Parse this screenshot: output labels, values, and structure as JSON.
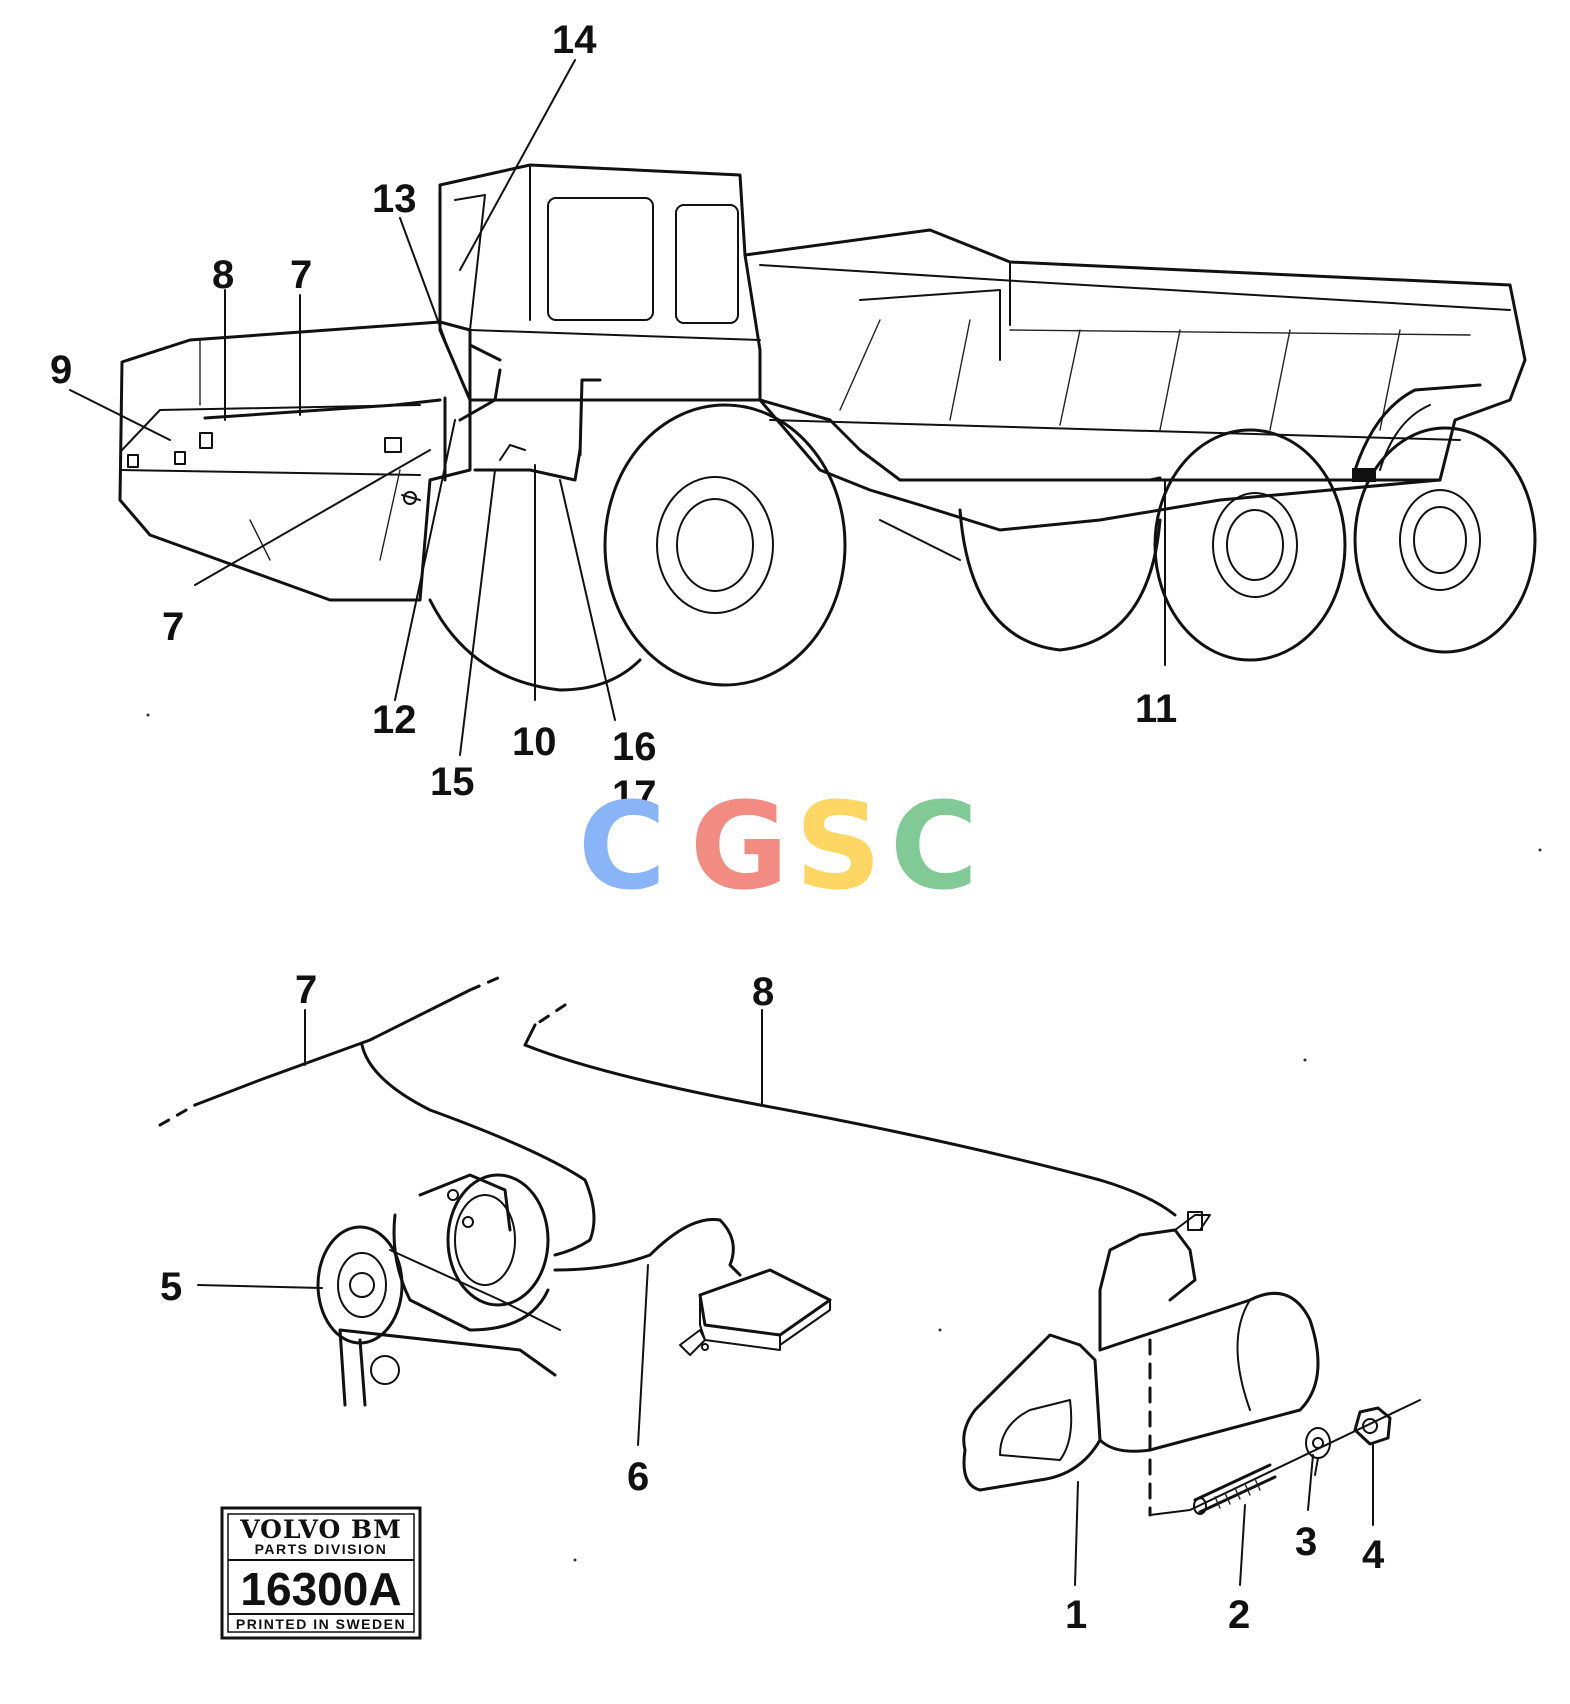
{
  "callouts": {
    "c14": "14",
    "c13": "13",
    "c8_top": "8",
    "c7_top": "7",
    "c9": "9",
    "c7_mid": "7",
    "c12": "12",
    "c15": "15",
    "c10": "10",
    "c16": "16",
    "c17": "17",
    "c11": "11",
    "c7_bottom": "7",
    "c8_bottom": "8",
    "c5": "5",
    "c6": "6",
    "c1": "1",
    "c2": "2",
    "c3": "3",
    "c4": "4"
  },
  "watermark": {
    "letters": [
      "C",
      "G",
      "S",
      "C"
    ],
    "colors": [
      "#8ab4f8",
      "#f28b82",
      "#fdd663",
      "#81c995"
    ]
  },
  "stamp": {
    "brand": "VOLVO BM",
    "division": "PARTS DIVISION",
    "number": "16300A",
    "printed": "PRINTED IN SWEDEN"
  }
}
